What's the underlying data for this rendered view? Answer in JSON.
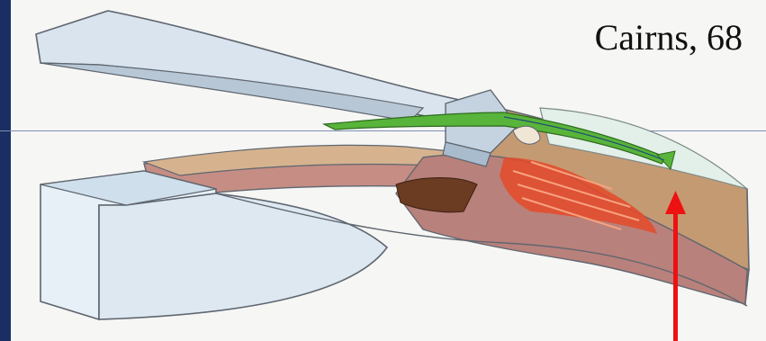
{
  "slide": {
    "citation": "Cairns, 68",
    "background_color": "#1b2e63",
    "panel_color": "#f6f6f4"
  },
  "figure": {
    "colors": {
      "cornea": "#d9e4ee",
      "sclera": "#c49a72",
      "iris": "#c58d84",
      "ciliary_body": "#b9817b",
      "ciliary_muscle": "#e44a2a",
      "pigment": "#6b3b22",
      "lens": "#e7f0f6",
      "flap": "#c4d3df",
      "drainage_channel": "#58b43a",
      "pointer": "#ee1111"
    },
    "icons": [
      "trabeculectomy-flap",
      "drainage-channel-arrow",
      "pointer-arrow"
    ]
  }
}
